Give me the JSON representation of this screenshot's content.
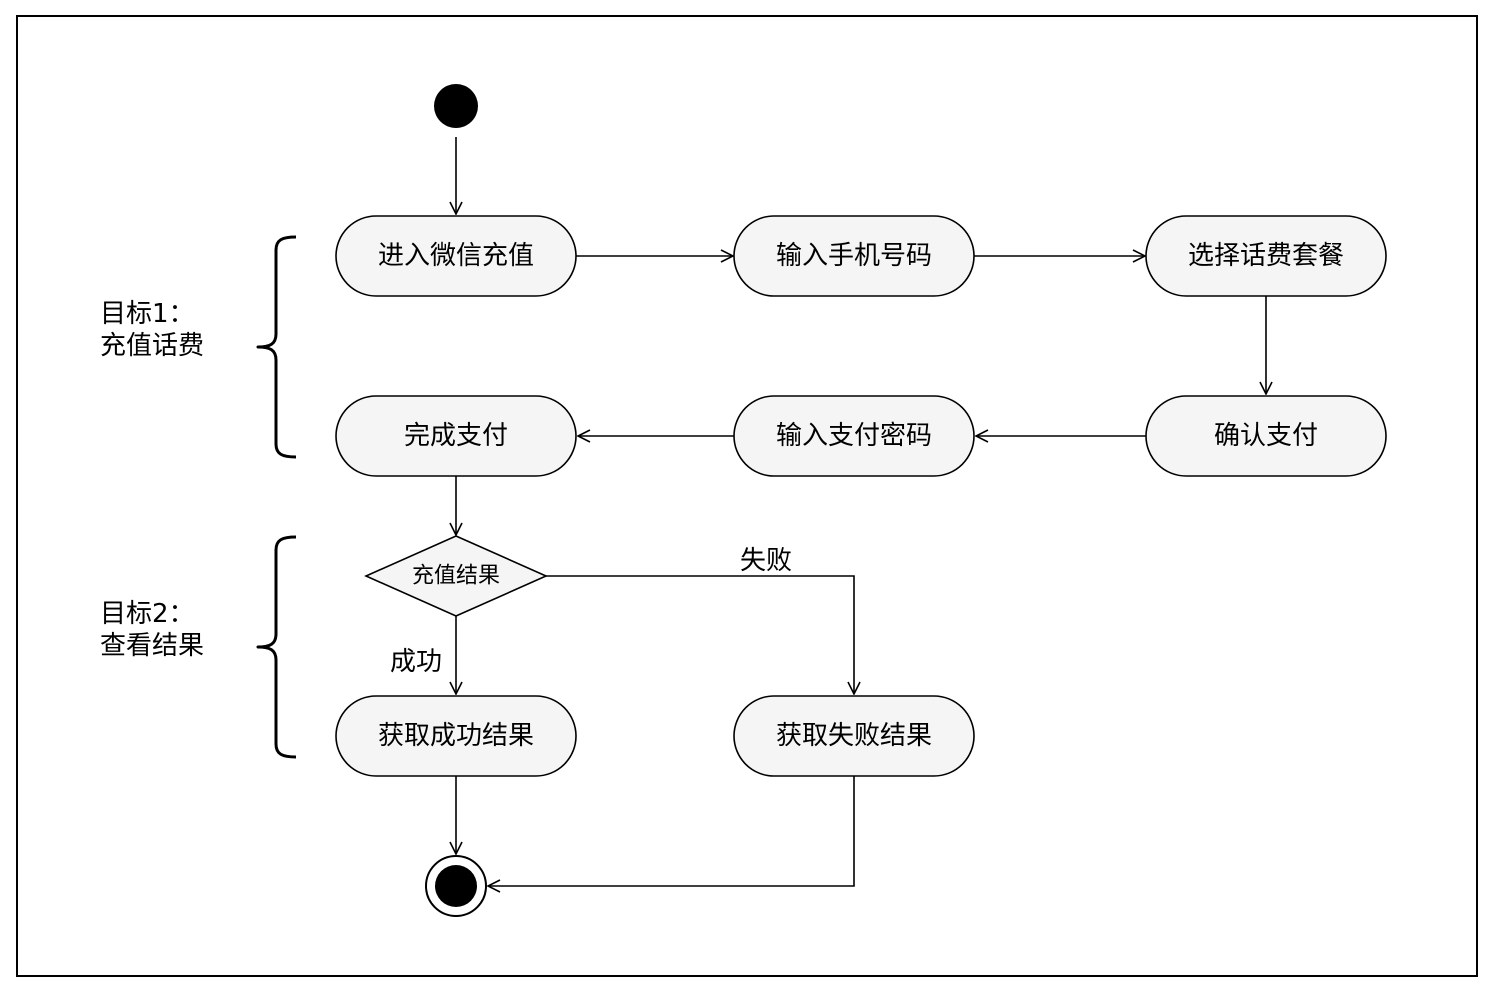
{
  "goals": [
    {
      "line1": "目标1：",
      "line2": "充值话费"
    },
    {
      "line1": "目标2：",
      "line2": "查看结果"
    }
  ],
  "activities": {
    "enter_recharge": "进入微信充值",
    "input_phone": "输入手机号码",
    "select_plan": "选择话费套餐",
    "confirm_payment": "确认支付",
    "input_password": "输入支付密码",
    "complete_payment": "完成支付",
    "get_success_result": "获取成功结果",
    "get_failure_result": "获取失败结果"
  },
  "decision": {
    "label": "充值结果",
    "success_label": "成功",
    "failure_label": "失败"
  },
  "colors": {
    "node_fill": "#f5f5f5",
    "stroke": "#000000",
    "background": "#ffffff"
  }
}
